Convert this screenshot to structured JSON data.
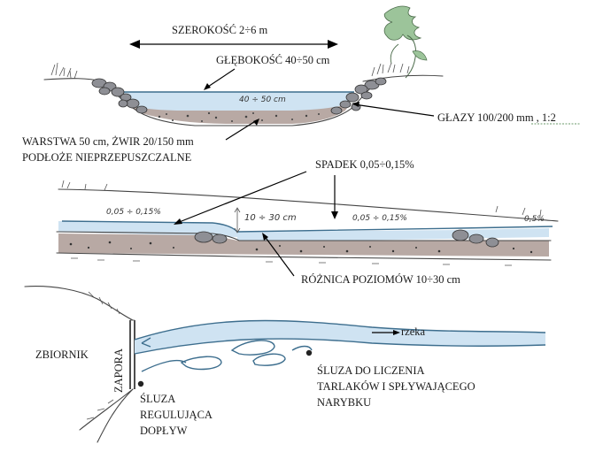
{
  "labels": {
    "width": "SZEROKOŚĆ 2÷6 m",
    "depth": "GŁĘBOKOŚĆ 40÷50 cm",
    "boulders": "GŁAZY 100/200 mm , 1:2",
    "layer_line1": "WARSTWA 50 cm, ŻWIR 20/150 mm",
    "layer_line2": "PODŁOŻE NIEPRZEPUSZCZALNE",
    "slope": "SPADEK 0,05÷0,15%",
    "level_diff": "RÓŻNICA POZIOMÓW 10÷30 cm",
    "reservoir": "ZBIORNIK",
    "dam": "ZAPORA",
    "river": "rzeka",
    "sluice_count_line1": "ŚLUZA DO LICZENIA",
    "sluice_count_line2": "TARLAKÓW I SPŁYWAJĄCEGO",
    "sluice_count_line3": "NARYBKU",
    "sluice_reg_line1": "ŚLUZA",
    "sluice_reg_line2": "REGULUJĄCA",
    "sluice_reg_line3": "DOPŁYW"
  },
  "handwritten": {
    "bed_depth": "40 ÷ 50 cm",
    "slope_left": "0,05 ÷ 0,15%",
    "slope_right": "0,05 ÷ 0,15%",
    "step": "10 ÷ 30 cm",
    "slope_end": "0,5%"
  },
  "colors": {
    "water": "#cfe3f2",
    "waterline": "#3d6e8e",
    "gravel": "#b8a9a4",
    "rock": "#8e8f95",
    "plant": "#9cc49a"
  }
}
